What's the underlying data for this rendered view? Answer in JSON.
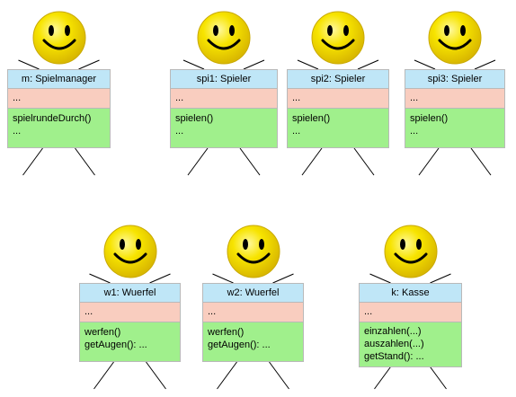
{
  "colors": {
    "header": "#bfe6f7",
    "attributes": "#f9cdbf",
    "operations": "#a0f08c",
    "border": "#b9b9b9",
    "smiley": "#f7e400"
  },
  "icons": [
    "smiley-face-icon"
  ],
  "objects": [
    {
      "id": "spielmanager",
      "title": "m: Spielmanager",
      "attributes": "...",
      "operations": [
        "spielrundeDurch()",
        "..."
      ]
    },
    {
      "id": "spi1",
      "title": "spi1: Spieler",
      "attributes": "...",
      "operations": [
        "spielen()",
        "..."
      ]
    },
    {
      "id": "spi2",
      "title": "spi2: Spieler",
      "attributes": "...",
      "operations": [
        "spielen()",
        "..."
      ]
    },
    {
      "id": "spi3",
      "title": "spi3: Spieler",
      "attributes": "...",
      "operations": [
        "spielen()",
        "..."
      ]
    },
    {
      "id": "w1",
      "title": "w1: Wuerfel",
      "attributes": "...",
      "operations": [
        "werfen()",
        "getAugen(): ..."
      ]
    },
    {
      "id": "w2",
      "title": "w2: Wuerfel",
      "attributes": "...",
      "operations": [
        "werfen()",
        "getAugen(): ..."
      ]
    },
    {
      "id": "kasse",
      "title": "k: Kasse",
      "attributes": "...",
      "operations": [
        "einzahlen(...)",
        "auszahlen(...)",
        "getStand(): ..."
      ]
    }
  ]
}
